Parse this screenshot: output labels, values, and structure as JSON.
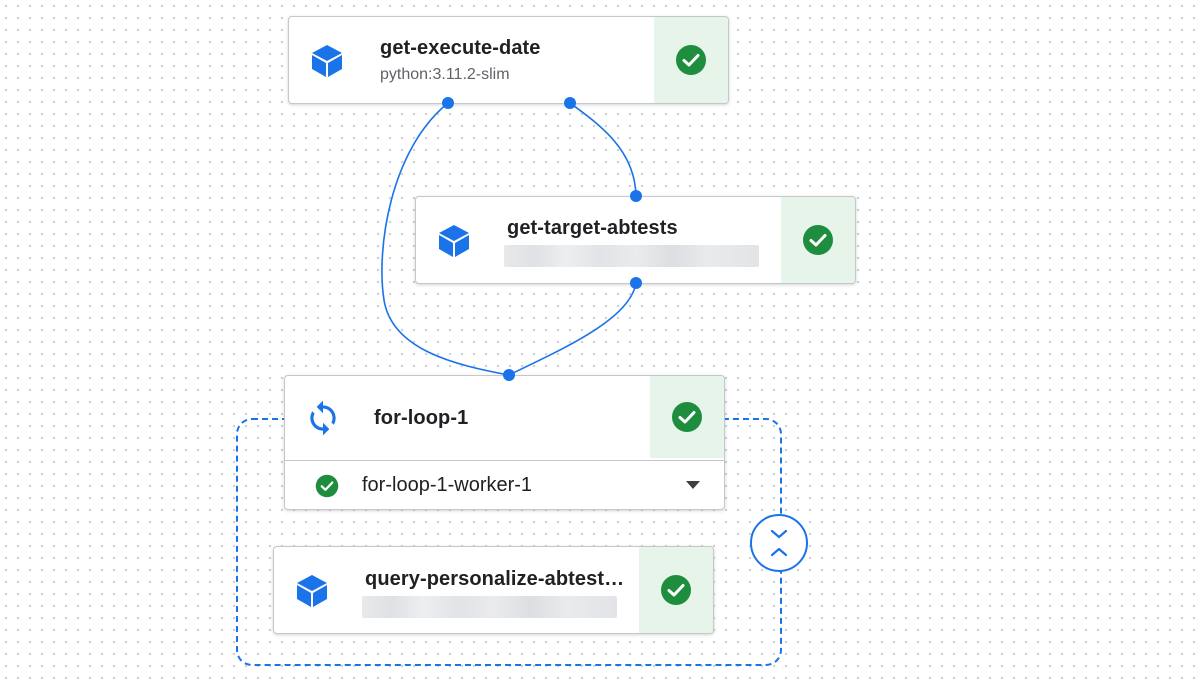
{
  "colors": {
    "accent": "#1a73e8",
    "success": "#1e8e3e",
    "success_bg": "#e6f4ea",
    "text_primary": "#202124",
    "text_secondary": "#5f6368"
  },
  "nodes": {
    "get_execute_date": {
      "title": "get-execute-date",
      "subtitle": "python:3.11.2-slim",
      "icon": "cube-icon",
      "status": "succeeded"
    },
    "get_target_abtests": {
      "title": "get-target-abtests",
      "subtitle": "",
      "icon": "cube-icon",
      "status": "succeeded"
    },
    "for_loop_1": {
      "title": "for-loop-1",
      "icon": "loop-icon",
      "status": "succeeded",
      "worker": {
        "label": "for-loop-1-worker-1",
        "status": "succeeded",
        "control": "dropdown-arrow"
      }
    },
    "query_personalize": {
      "title": "query-personalize-abtest…",
      "subtitle": "",
      "icon": "cube-icon",
      "status": "succeeded"
    }
  },
  "group": {
    "control": "collapse-icon"
  },
  "edges": [
    {
      "from": "get-execute-date",
      "to": "get-target-abtests"
    },
    {
      "from": "get-execute-date",
      "to": "for-loop-1"
    },
    {
      "from": "get-target-abtests",
      "to": "for-loop-1"
    }
  ]
}
